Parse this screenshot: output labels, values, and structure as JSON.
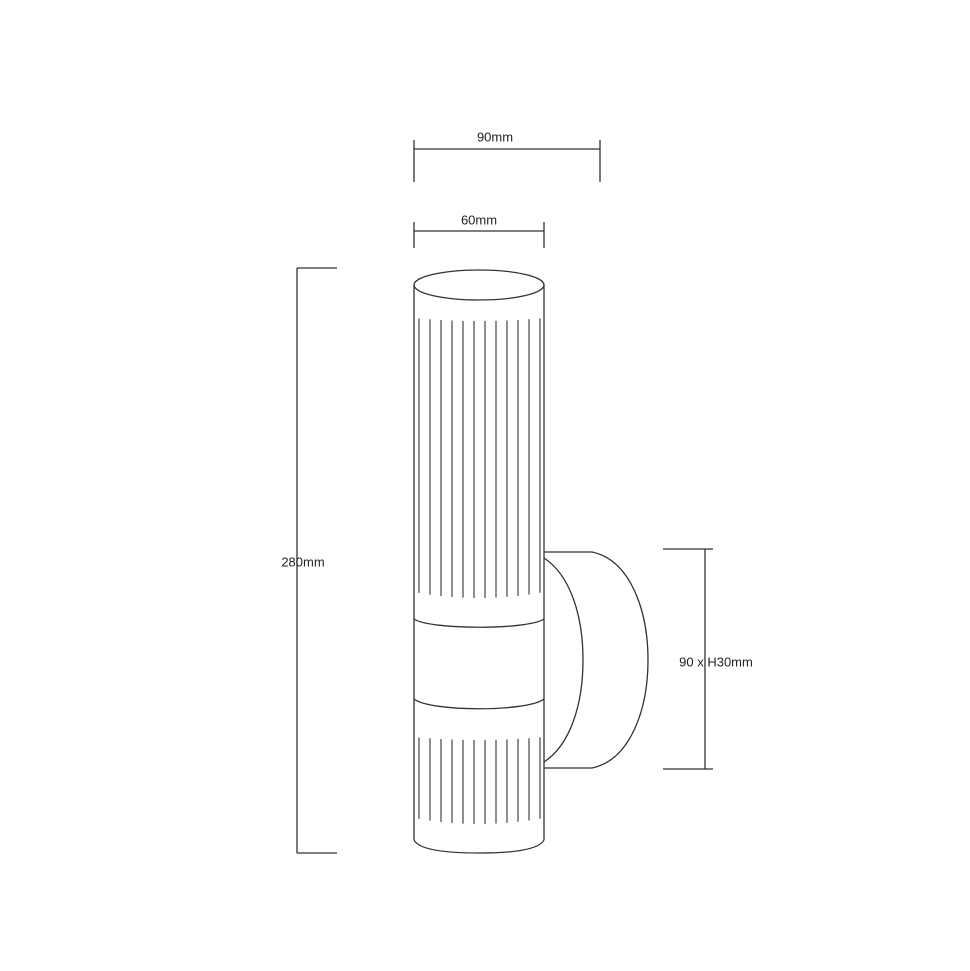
{
  "dimensions": {
    "overall_width": "90mm",
    "body_diameter": "60mm",
    "height": "280mm",
    "backplate": "90 x H30mm"
  },
  "colors": {
    "line": "#333333",
    "background": "#ffffff"
  }
}
